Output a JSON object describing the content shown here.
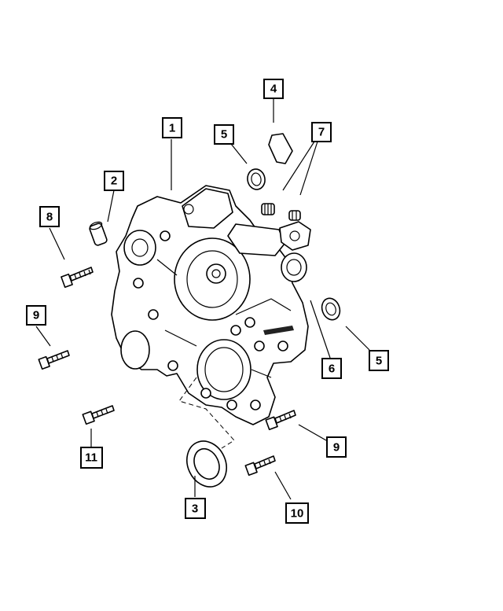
{
  "callouts": {
    "c1": "1",
    "c2": "2",
    "c3": "3",
    "c4": "4",
    "c5a": "5",
    "c5b": "5",
    "c6": "6",
    "c7": "7",
    "c8": "8",
    "c9a": "9",
    "c9b": "9",
    "c10": "10",
    "c11": "11"
  },
  "colors": {
    "line": "#000000",
    "background": "#ffffff"
  }
}
